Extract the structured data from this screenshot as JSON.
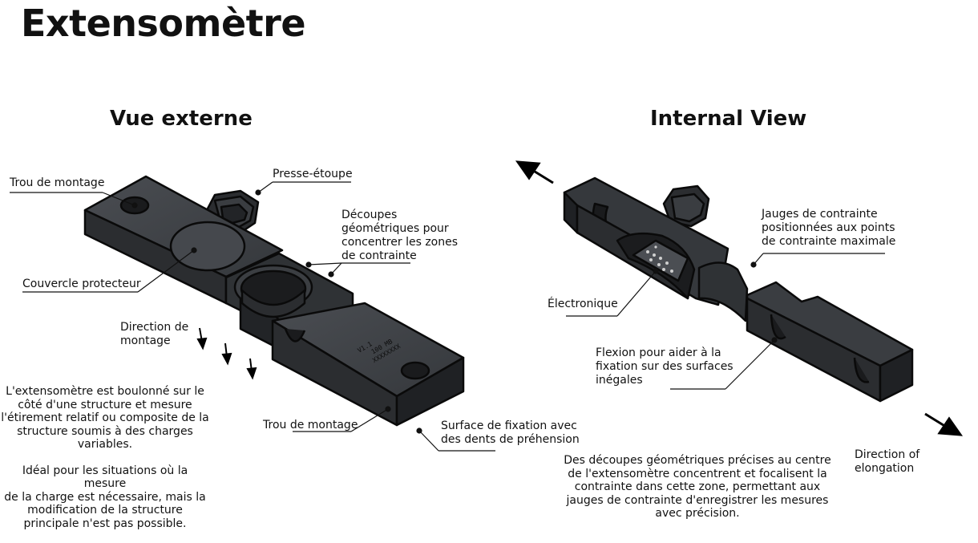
{
  "title": "Extensomètre",
  "left_view": {
    "heading": "Vue externe",
    "labels": {
      "mount_hole_top": "Trou de montage",
      "gland": "Presse-étoupe",
      "cutouts": [
        "Découpes",
        "géométriques pour",
        "concentrer les zones",
        "de contrainte"
      ],
      "cover": "Couvercle protecteur",
      "mount_direction": [
        "Direction de",
        "montage"
      ],
      "mount_hole_bottom": "Trou de montage",
      "grip_surface": [
        "Surface de fixation avec",
        "des dents de préhension"
      ]
    },
    "body_marking": [
      "V1.1",
      "100 MB",
      "XXXXXXXX"
    ],
    "description": [
      [
        "L'extensomètre est boulonné sur le",
        "côté d'une structure et mesure",
        "l'étirement relatif ou composite de la",
        "structure soumis à des charges",
        "variables."
      ],
      [
        "Idéal pour les situations où la mesure",
        "de la charge est nécessaire, mais la",
        "modification de la structure",
        "principale n'est pas possible."
      ]
    ]
  },
  "right_view": {
    "heading": "Internal View",
    "labels": {
      "gauges": [
        "Jauges de contrainte",
        "positionnées aux points",
        "de contrainte maximale"
      ],
      "electronics": "Électronique",
      "flexion": [
        "Flexion pour aider à la",
        "fixation sur des surfaces",
        "inégales"
      ],
      "elongation": "Direction of elongation"
    },
    "description": [
      "Des découpes géométriques précises au centre",
      "de l'extensomètre concentrent et focalisent la",
      "contrainte dans cette zone, permettant aux",
      "jauges de contrainte d'enregistrer les mesures",
      "avec précision."
    ]
  },
  "colors": {
    "body_top": "#3e4145",
    "body_side": "#2b2d30",
    "body_front": "#1f2124",
    "outline": "#0a0a0a",
    "text": "#111111"
  }
}
